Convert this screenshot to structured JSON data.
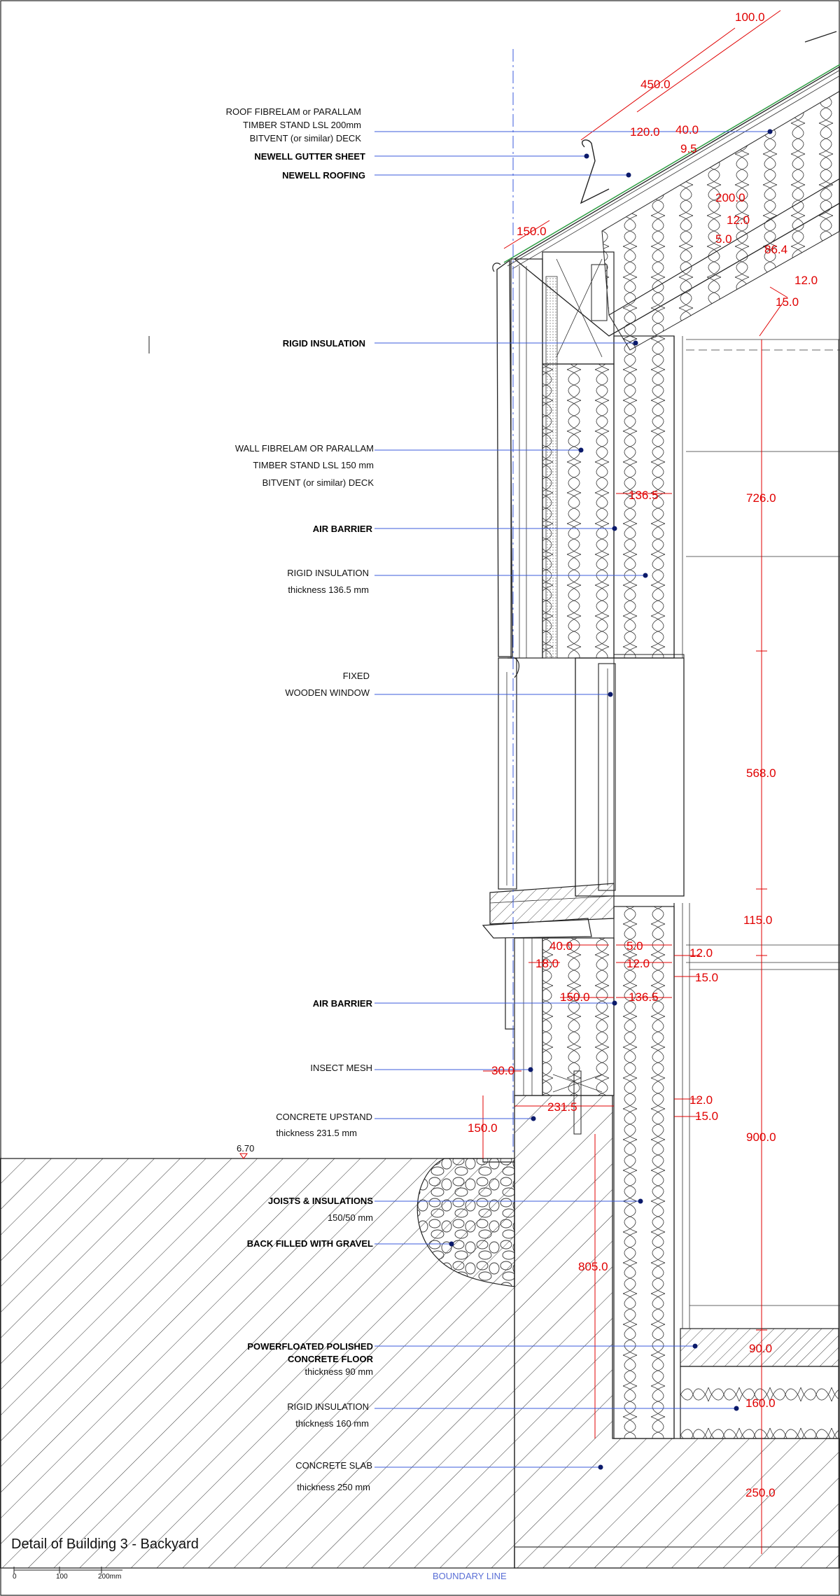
{
  "title": "Detail of Building 3 - Backyard",
  "scale_bar": [
    "0",
    "100",
    "200mm"
  ],
  "boundary_label": "BOUNDARY LINE",
  "level_mark": "6.70",
  "colors": {
    "leader": "#3b5bdb",
    "dimension": "#e00000",
    "line": "#222222",
    "roofing": "#2f9e44"
  },
  "labels": [
    {
      "lines": [
        "ROOF FIBRELAM or PARALLAM",
        "TIMBER STAND LSL 200mm",
        "BITVENT (or similar) DECK"
      ],
      "bold": false
    },
    {
      "lines": [
        "NEWELL GUTTER SHEET"
      ],
      "bold": true
    },
    {
      "lines": [
        "NEWELL ROOFING"
      ],
      "bold": true
    },
    {
      "lines": [
        "RIGID INSULATION"
      ],
      "bold": true
    },
    {
      "lines": [
        "WALL FIBRELAM OR PARALLAM",
        "TIMBER STAND LSL 150 mm",
        "BITVENT (or similar) DECK"
      ],
      "bold": false
    },
    {
      "lines": [
        "AIR BARRIER"
      ],
      "bold": true
    },
    {
      "lines": [
        "RIGID INSULATION",
        "thickness 136.5 mm"
      ],
      "bold": false
    },
    {
      "lines": [
        "FIXED",
        "WOODEN WINDOW"
      ],
      "bold": false
    },
    {
      "lines": [
        "AIR BARRIER"
      ],
      "bold": true
    },
    {
      "lines": [
        "INSECT MESH"
      ],
      "bold": false
    },
    {
      "lines": [
        "CONCRETE UPSTAND",
        "thickness 231.5 mm"
      ],
      "bold": false
    },
    {
      "lines": [
        "JOISTS & INSULATIONS",
        "150/50 mm"
      ],
      "bold": true
    },
    {
      "lines": [
        "BACK FILLED WITH GRAVEL"
      ],
      "bold": true
    },
    {
      "lines": [
        "POWERFLOATED POLISHED",
        "CONCRETE FLOOR",
        "thickness 90 mm"
      ],
      "bold": true
    },
    {
      "lines": [
        "RIGID INSULATION",
        "thickness 160 mm"
      ],
      "bold": false
    },
    {
      "lines": [
        "CONCRETE SLAB",
        "thickness 250 mm"
      ],
      "bold": false
    }
  ],
  "dimensions": [
    "100.0",
    "450.0",
    "120.0",
    "40.0",
    "9.5",
    "200.0",
    "12.0",
    "5.0",
    "86.4",
    "12.0",
    "15.0",
    "150.0",
    "136.5",
    "726.0",
    "568.0",
    "115.0",
    "40.0",
    "5.0",
    "18.0",
    "12.0",
    "12.0",
    "15.0",
    "150.0",
    "136.5",
    "30.0",
    "231.5",
    "150.0",
    "12.0",
    "15.0",
    "900.0",
    "805.0",
    "90.0",
    "160.0",
    "250.0"
  ]
}
